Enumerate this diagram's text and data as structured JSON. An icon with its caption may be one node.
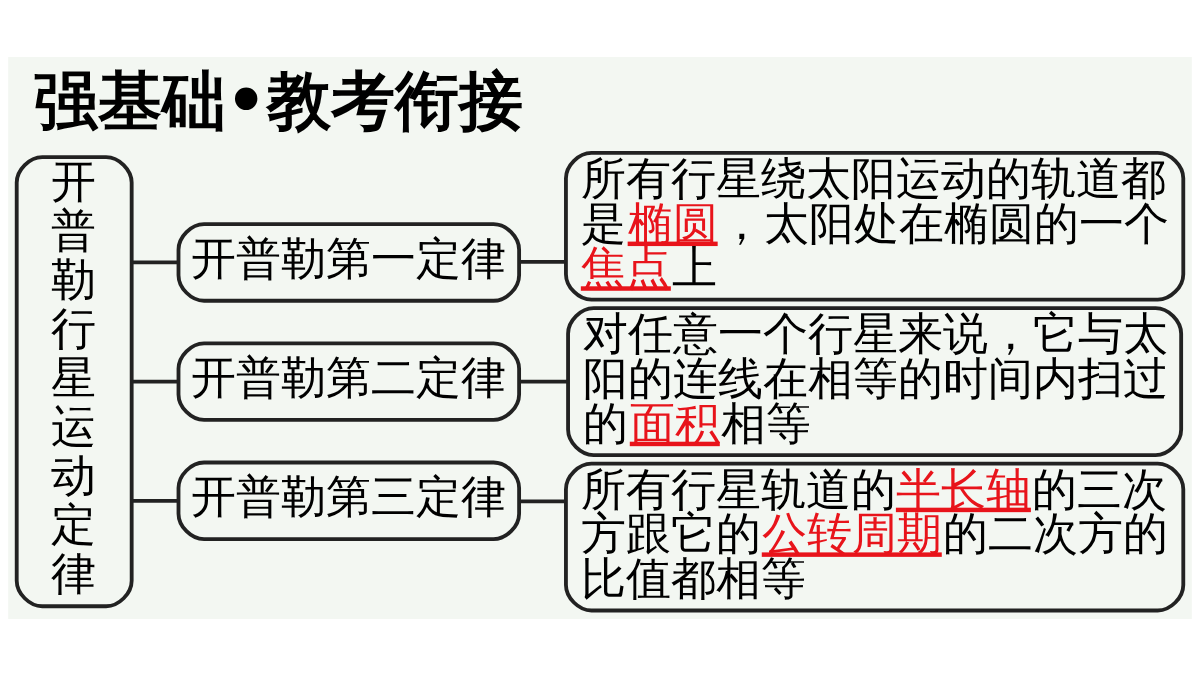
{
  "diagram": {
    "title": "强基础•教考衔接",
    "nodes": [
      {
        "text": [
          "开普勒行星运动定律"
        ]
      },
      {
        "text": [
          "开普勒第一定律"
        ]
      },
      {
        "text": [
          "所有行星绕太阳运动的轨道都是",
          "椭圆",
          "，太阳处在椭圆的一个",
          "焦点",
          "上"
        ]
      },
      {
        "text": [
          "开普勒第二定律"
        ]
      },
      {
        "text": [
          "对任意一个行星来说，它与太阳的连线在相等的时间内扫过的",
          "面积",
          "相等"
        ]
      },
      {
        "text": [
          "开普勒第三定律"
        ]
      },
      {
        "text": [
          "所有行星轨道的",
          "半长轴",
          "的三次方跟它的",
          "公转周期",
          "的二次方的比值都相等"
        ]
      }
    ],
    "edges": [
      {
        "from": 0,
        "to": 1,
        "arrow": "none"
      },
      {
        "from": 0,
        "to": 3,
        "arrow": "none"
      },
      {
        "from": 0,
        "to": 5,
        "arrow": "none"
      },
      {
        "from": 1,
        "to": 2,
        "arrow": "none"
      },
      {
        "from": 3,
        "to": 4,
        "arrow": "none"
      },
      {
        "from": 5,
        "to": 6,
        "arrow": "none"
      }
    ]
  }
}
